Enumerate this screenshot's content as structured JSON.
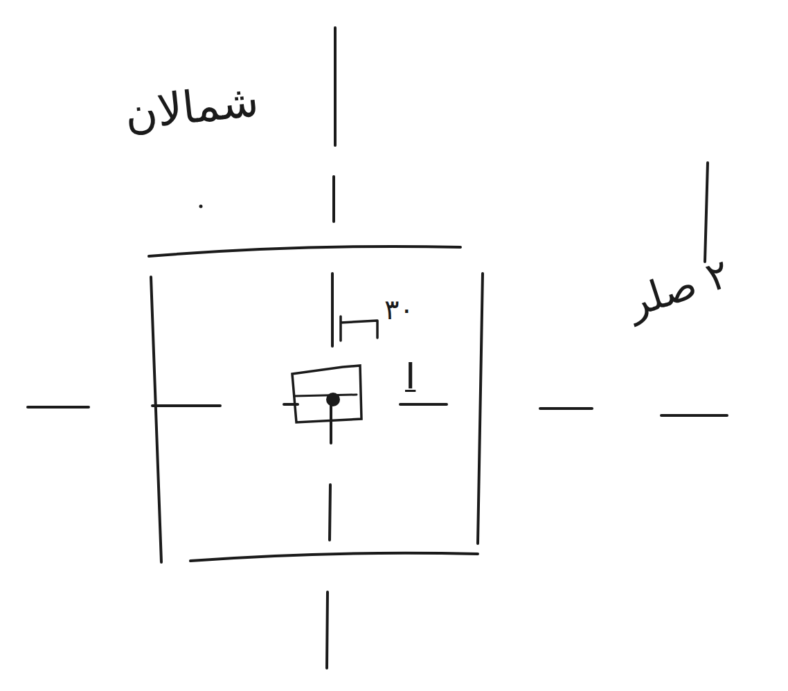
{
  "diagram": {
    "labels": [
      "شمالان",
      "۲ صلر",
      "۳۰",
      "I"
    ]
  }
}
